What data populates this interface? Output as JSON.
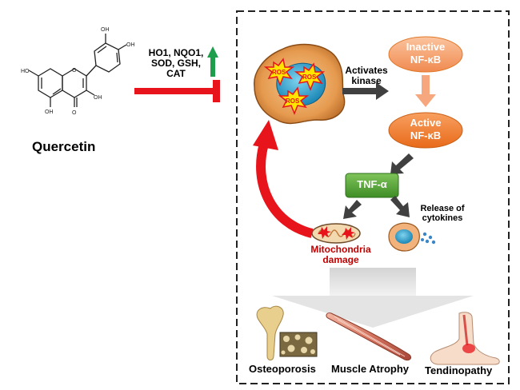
{
  "molecule": {
    "name": "Quercetin",
    "atom_labels": {
      "ho_catechol_top": "OH",
      "ho_catechol_right": "OH",
      "ho_left": "HO",
      "oh_bottom": "OH",
      "oh_c3": "OH",
      "ring_o": "O",
      "carbonyl_o": "O"
    }
  },
  "antioxidants": {
    "line1": "HO1, NQO1,",
    "line2": "SOD, GSH,",
    "line3": "CAT"
  },
  "cell": {
    "ros_labels": [
      "ROS",
      "ROS",
      "ROS"
    ]
  },
  "pathway": {
    "activates_line1": "Activates",
    "activates_line2": "kinase",
    "inactive_line1": "Inactive",
    "inactive_line2": "NF-κB",
    "active_line1": "Active",
    "active_line2": "NF-κB",
    "tnf": "TNF-α",
    "release_line1": "Release of",
    "release_line2": "cytokines",
    "mito_line1": "Mitochondria",
    "mito_line2": "damage"
  },
  "outcomes": {
    "osteoporosis": "Osteoporosis",
    "muscle": "Muscle Atrophy",
    "tendinopathy": "Tendinopathy"
  },
  "colors": {
    "inhibit_red": "#e8141b",
    "up_green": "#1d9e4c",
    "arrow_dark": "#404040",
    "nfkb_orange": "#f07a2a",
    "nfkb_light": "#f6a77d",
    "tnf_green": "#58a53a",
    "mito_red": "#c00000",
    "funnel_grey": "#c9c9c9"
  }
}
